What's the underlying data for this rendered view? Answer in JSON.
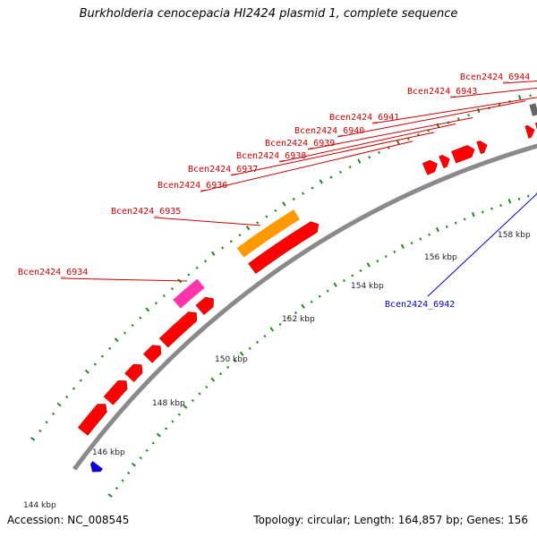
{
  "title": "Burkholderia cenocepacia HI2424 plasmid 1, complete sequence",
  "footer": {
    "accession": "Accession: NC_008545",
    "summary": "Topology: circular; Length: 164,857 bp; Genes: 156"
  },
  "colors": {
    "backbone": "#8a8a8a",
    "forward_gene": "#ff0000",
    "reverse_gene": "#0000ee",
    "tick": "#1a8a1a",
    "label_forward": "#cc0000",
    "label_reverse": "#0000cc",
    "orange_feature": "#ff9900",
    "magenta_feature": "#ff33aa",
    "green_feature": "#99ff33",
    "grey_feature": "#666666"
  },
  "scale_labels": [
    "144 kbp",
    "146 kbp",
    "148 kbp",
    "150 kbp",
    "152 kbp",
    "154 kbp",
    "156 kbp",
    "158 kbp"
  ],
  "gene_labels": [
    {
      "name": "Bcen2424_6934",
      "strand": "forward"
    },
    {
      "name": "Bcen2424_6935",
      "strand": "forward"
    },
    {
      "name": "Bcen2424_6936",
      "strand": "forward"
    },
    {
      "name": "Bcen2424_6937",
      "strand": "forward"
    },
    {
      "name": "Bcen2424_6938",
      "strand": "forward"
    },
    {
      "name": "Bcen2424_6939",
      "strand": "forward"
    },
    {
      "name": "Bcen2424_6940",
      "strand": "forward"
    },
    {
      "name": "Bcen2424_6941",
      "strand": "forward"
    },
    {
      "name": "Bcen2424_6942",
      "strand": "reverse"
    },
    {
      "name": "Bcen2424_6943",
      "strand": "forward"
    },
    {
      "name": "Bcen2424_6944",
      "strand": "forward"
    }
  ]
}
